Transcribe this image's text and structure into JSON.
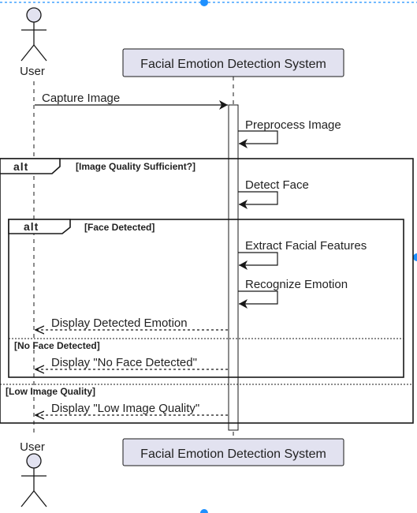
{
  "diagram": {
    "type": "sequence",
    "participants": {
      "user": {
        "label": "User"
      },
      "system": {
        "label": "Facial Emotion Detection System"
      }
    },
    "messages": {
      "capture": {
        "text": "Capture Image",
        "from": "user",
        "to": "system",
        "style": "solid"
      },
      "preprocess": {
        "text": "Preprocess Image",
        "from": "system",
        "to": "system",
        "style": "solid"
      },
      "detect": {
        "text": "Detect Face",
        "from": "system",
        "to": "system",
        "style": "solid"
      },
      "extract": {
        "text": "Extract Facial Features",
        "from": "system",
        "to": "system",
        "style": "solid"
      },
      "recognize": {
        "text": "Recognize Emotion",
        "from": "system",
        "to": "system",
        "style": "solid"
      },
      "display_emotion": {
        "text": "Display Detected Emotion",
        "from": "system",
        "to": "user",
        "style": "dashed"
      },
      "display_no_face": {
        "text": "Display \"No Face Detected\"",
        "from": "system",
        "to": "user",
        "style": "dashed"
      },
      "display_low_quality": {
        "text": "Display \"Low Image Quality\"",
        "from": "system",
        "to": "user",
        "style": "dashed"
      }
    },
    "fragments": {
      "outer": {
        "operator": "alt",
        "guard": "[Image Quality Sufficient?]",
        "else_guard": "[Low Image Quality]"
      },
      "inner": {
        "operator": "alt",
        "guard": "[Face Detected]",
        "else_guard": "[No Face Detected]"
      }
    },
    "colors": {
      "participant_fill": "#E2E2F0",
      "participant_border": "#181818",
      "line": "#181818",
      "selection_handle": "#1E90FF"
    }
  }
}
